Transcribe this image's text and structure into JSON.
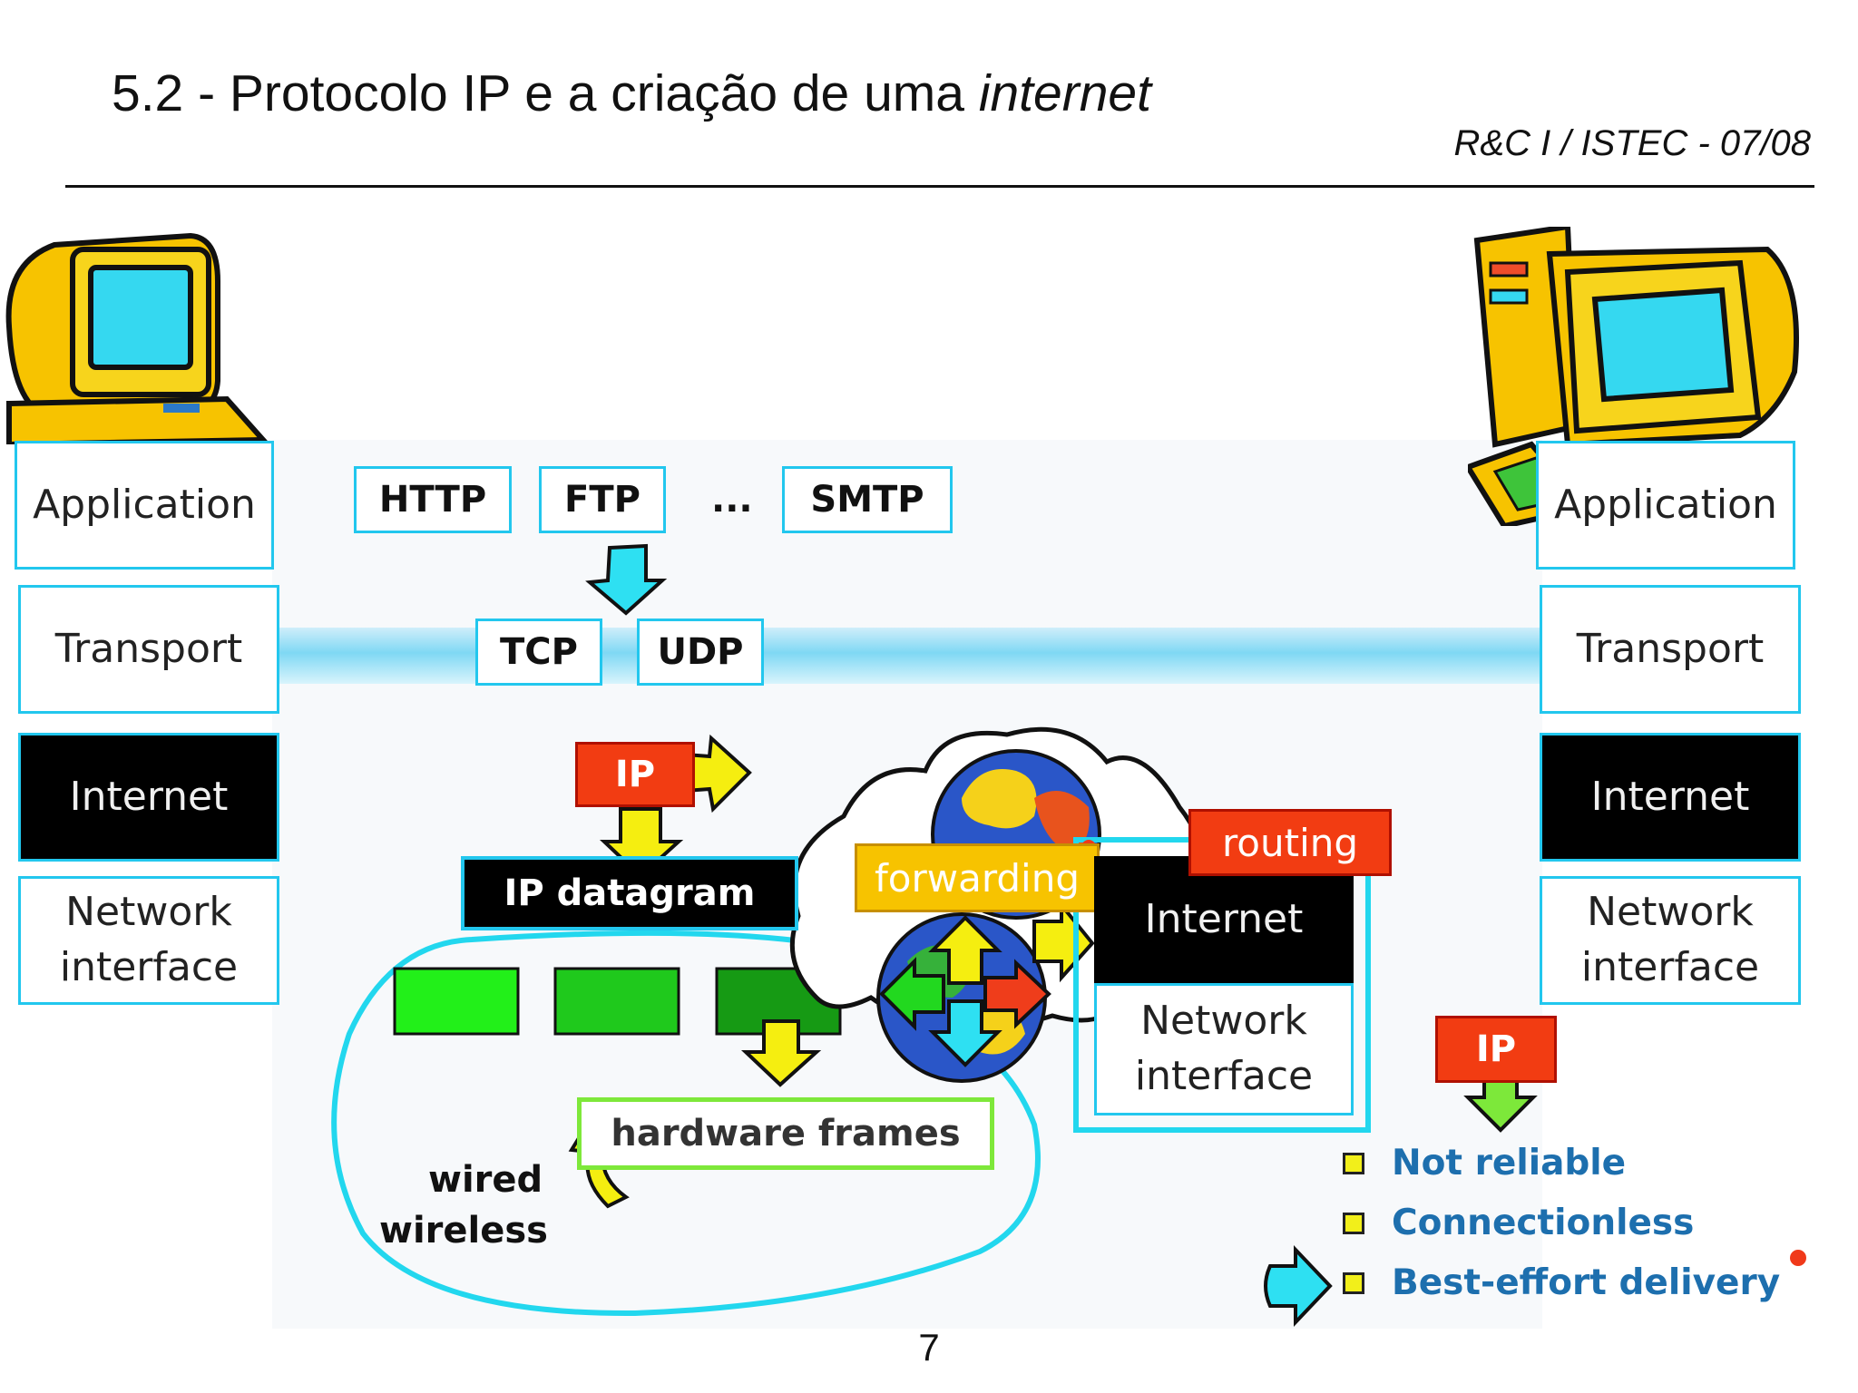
{
  "header": {
    "title_prefix": "5.2 - Protocolo IP e a criação de uma ",
    "title_italic": "internet",
    "course": "R&C I  /  ISTEC  -  07/08"
  },
  "left_stack": {
    "application": "Application",
    "transport": "Transport",
    "internet": "Internet",
    "network_interface": "Network interface"
  },
  "right_stack": {
    "application": "Application",
    "transport": "Transport",
    "internet": "Internet",
    "network_interface": "Network interface"
  },
  "protocols": {
    "http": "HTTP",
    "ftp": "FTP",
    "ellipsis": "...",
    "smtp": "SMTP",
    "tcp": "TCP",
    "udp": "UDP"
  },
  "ip_label": "IP",
  "ip_datagram": "IP datagram",
  "hardware_frames": "hardware frames",
  "wired": "wired",
  "wireless": "wireless",
  "forwarding": "forwarding",
  "routing": "routing",
  "router_stack": {
    "internet": "Internet",
    "network_interface": "Network interface"
  },
  "ip_label_2": "IP",
  "legend": [
    "Not reliable",
    "Connectionless",
    "Best-effort delivery"
  ],
  "page_number": "7",
  "colors": {
    "layer_border": "#22c7ee",
    "internet_layer_bg": "#000000",
    "ip_box": "#f23c12",
    "forwarding_box": "#f7c300",
    "legend_text": "#1d6fae",
    "legend_square": "#f2ef1a",
    "arrow_yellow": "#f5ee10",
    "arrow_cyan": "#2ee0f2",
    "frame_green": "#22d81f"
  },
  "icons": [
    "computer-left-icon",
    "computer-right-icon",
    "globe-icon",
    "cloud-icon"
  ]
}
